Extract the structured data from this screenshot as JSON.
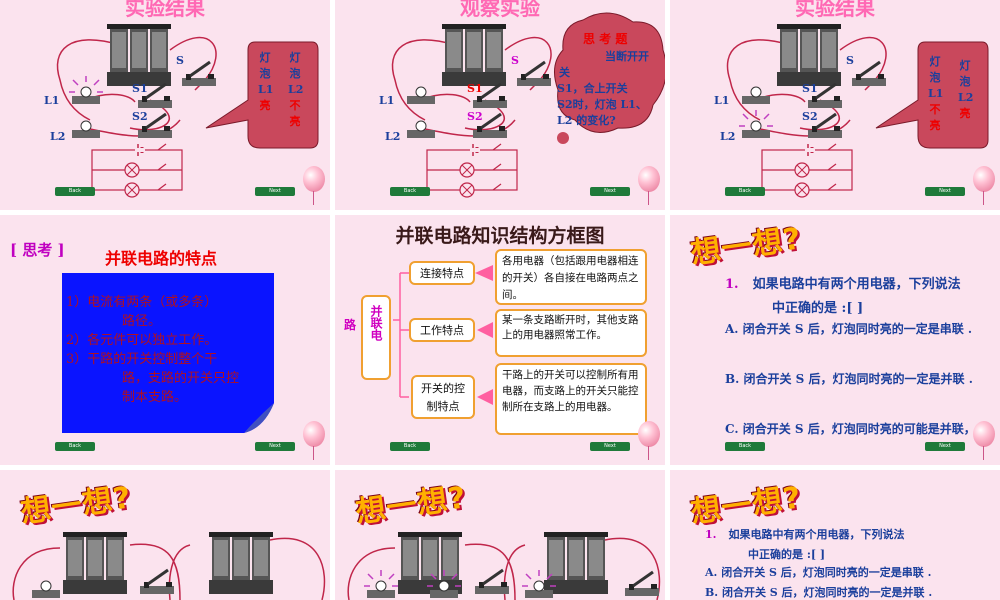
{
  "nav": {
    "back": "Back",
    "next": "Next"
  },
  "slide1": {
    "title": "实验结果",
    "labels": {
      "s": "S",
      "s1": "S1",
      "s2": "S2",
      "l1": "L1",
      "l2": "L2"
    },
    "bubble": {
      "col1": [
        "灯",
        "泡",
        "L1",
        "亮"
      ],
      "col2": [
        "灯",
        "泡",
        "L2",
        "不",
        "亮"
      ]
    }
  },
  "slide2": {
    "title": "观察实验",
    "labels": {
      "s": "S",
      "s1": "S1",
      "s2": "S2",
      "l1": "L1",
      "l2": "L2"
    },
    "bubble": {
      "heading": "思 考 题",
      "line1": "当断开开",
      "line2": "关",
      "line3a": "S1",
      "line3b": "，合上开关",
      "line4a": "S2",
      "line4b": "时，灯泡 L1、",
      "line5": "L2 的变化?"
    }
  },
  "slide3": {
    "title": "实验结果",
    "labels": {
      "s": "S",
      "s1": "S1",
      "s2": "S2",
      "l1": "L1",
      "l2": "L2"
    },
    "bubble": {
      "col1": [
        "灯",
        "泡",
        "L1",
        "不",
        "亮"
      ],
      "col2": [
        "灯",
        "泡",
        "L2",
        "亮"
      ]
    }
  },
  "slide4": {
    "tag": "[ 思考 ]",
    "title": "并联电路的特点",
    "items": [
      {
        "num": "1）",
        "text": "电流有两条（或多条）",
        "cont": "路径。"
      },
      {
        "num": "2）",
        "text": "各元件可以独立工作。",
        "cont": ""
      },
      {
        "num": "3）",
        "text": "干路的开关控制整个干",
        "cont": "路，支路的开关只控"
      },
      {
        "num": "",
        "text": "",
        "cont": "制本支路。"
      }
    ]
  },
  "slide5": {
    "title": "并联电路知识结构方框图",
    "root": "并联电",
    "nodes": [
      "连接特点",
      "工作特点",
      "开关的控制特点"
    ],
    "descs": [
      "各用电器（包括跟用电器相连的开关）各自接在电路两点之间。",
      "某一条支路断开时，其他支路上的用电器照常工作。",
      "干路上的开关可以控制所有用电器，而支路上的开关只能控制所在支路上的用电器。"
    ]
  },
  "slide6": {
    "heading": "想一想?",
    "q_num": "1.",
    "q_line1": "如果电路中有两个用电器，下列说法",
    "q_line2": "中正确的是 :[    ]",
    "options": [
      "A.  闭合开关 S 后，灯泡同时亮的一定是串联 .",
      "B.  闭合开关 S 后，灯泡同时亮的一定是并联 .",
      "C.  闭合开关 S 后，灯泡同时亮的可能是并联，"
    ]
  },
  "slide7": {
    "heading": "想一想?"
  },
  "slide8": {
    "heading": "想一想?"
  },
  "slide9": {
    "heading": "想一想?",
    "q_num": "1.",
    "q_line1": "如果电路中有两个用电器，下列说法",
    "q_line2": "中正确的是 :[ ]",
    "options": [
      "A.  闭合开关 S 后，灯泡同时亮的一定是串联 .",
      "B.  闭合开关 S 后，灯泡同时亮的一定是并联 ."
    ]
  }
}
